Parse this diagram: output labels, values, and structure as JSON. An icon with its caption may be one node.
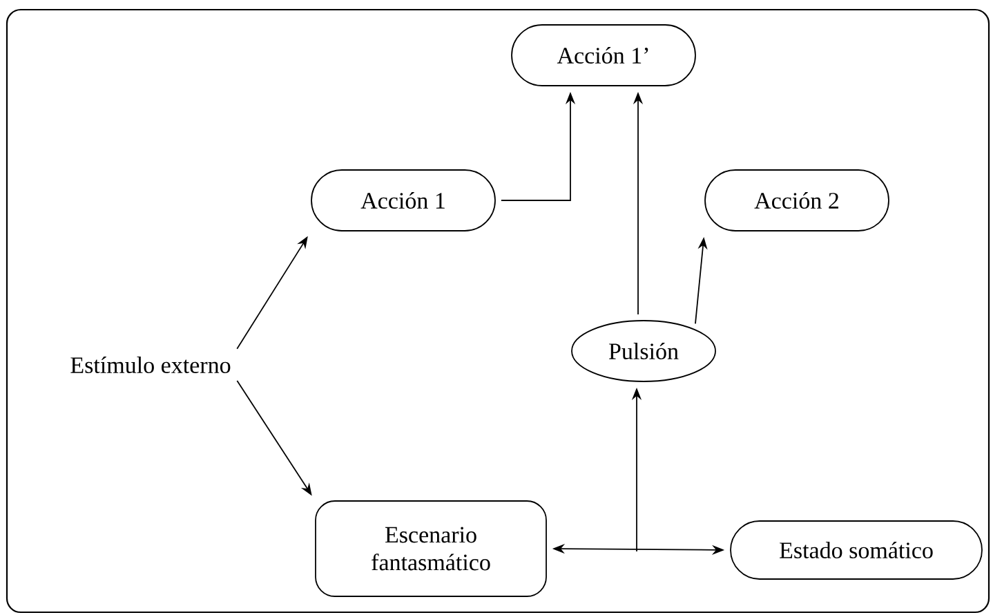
{
  "diagram": {
    "nodes": [
      {
        "text": [
          "Acción 1’"
        ]
      },
      {
        "text": [
          "Acción 1"
        ]
      },
      {
        "text": [
          "Acción 2"
        ]
      },
      {
        "text": [
          "Estímulo externo"
        ]
      },
      {
        "text": [
          "Pulsión"
        ]
      },
      {
        "text": [
          "Escenario fantasmático"
        ]
      },
      {
        "text": [
          "Estado somático"
        ]
      }
    ],
    "edges": [
      {
        "from": 3,
        "to": 1,
        "arrow": "to"
      },
      {
        "from": 3,
        "to": 5,
        "arrow": "to"
      },
      {
        "from": 1,
        "to": 0,
        "arrow": "to"
      },
      {
        "from": 4,
        "to": 0,
        "arrow": "to"
      },
      {
        "from": 4,
        "to": 2,
        "arrow": "to"
      },
      {
        "from": 5,
        "to": 6,
        "arrow": "both"
      },
      {
        "from": null,
        "to": 4,
        "arrow": "to"
      }
    ]
  }
}
